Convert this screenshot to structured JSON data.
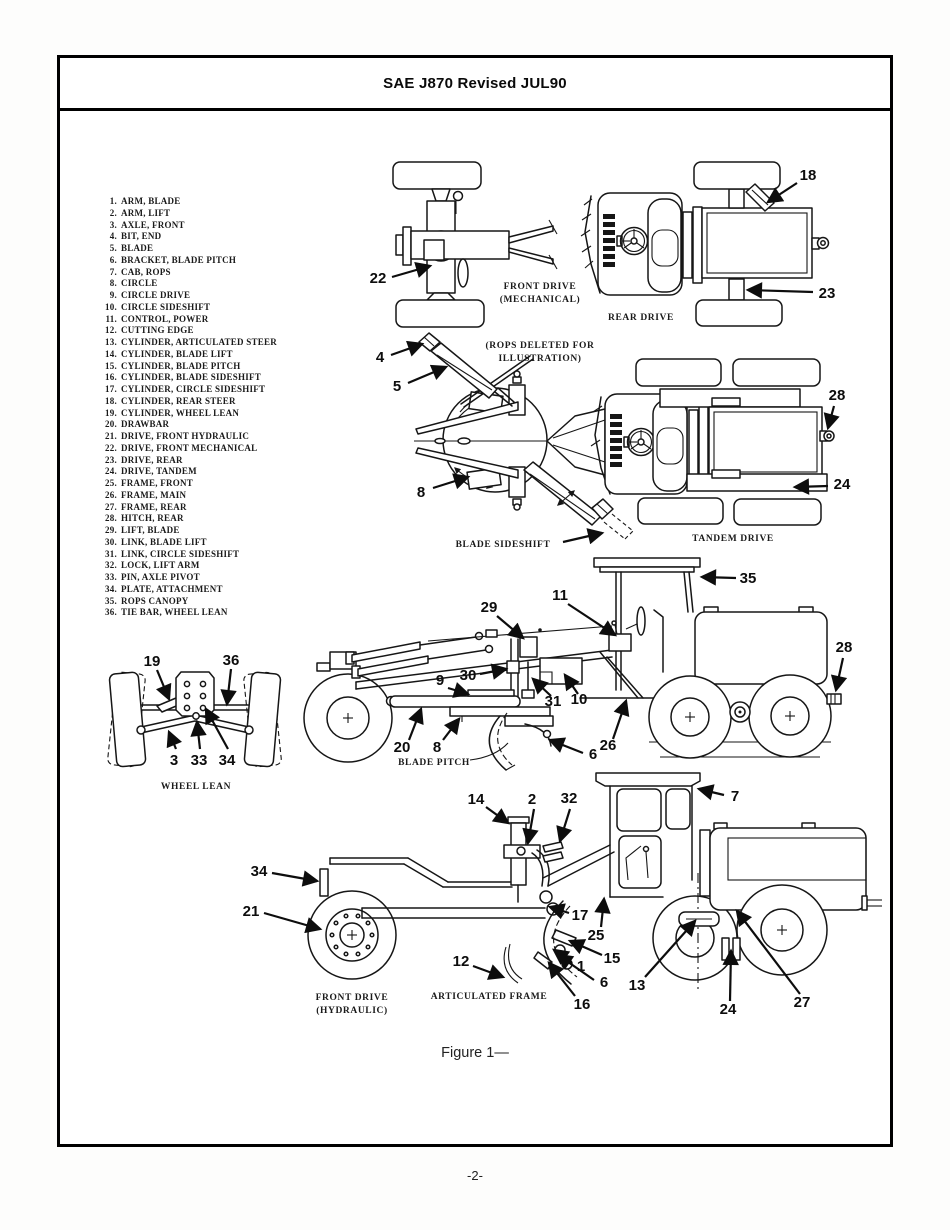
{
  "header": {
    "title": "SAE J870 Revised JUL90"
  },
  "figure": {
    "caption": "Figure 1—"
  },
  "footer": {
    "page_number": "-2-"
  },
  "parts_list": [
    {
      "num": "1.",
      "name": "ARM, BLADE"
    },
    {
      "num": "2.",
      "name": "ARM, LIFT"
    },
    {
      "num": "3.",
      "name": "AXLE, FRONT"
    },
    {
      "num": "4.",
      "name": "BIT, END"
    },
    {
      "num": "5.",
      "name": "BLADE"
    },
    {
      "num": "6.",
      "name": "BRACKET, BLADE PITCH"
    },
    {
      "num": "7.",
      "name": "CAB, ROPS"
    },
    {
      "num": "8.",
      "name": "CIRCLE"
    },
    {
      "num": "9.",
      "name": "CIRCLE DRIVE"
    },
    {
      "num": "10.",
      "name": "CIRCLE SIDESHIFT"
    },
    {
      "num": "11.",
      "name": "CONTROL, POWER"
    },
    {
      "num": "12.",
      "name": "CUTTING EDGE"
    },
    {
      "num": "13.",
      "name": "CYLINDER, ARTICULATED STEER"
    },
    {
      "num": "14.",
      "name": "CYLINDER, BLADE LIFT"
    },
    {
      "num": "15.",
      "name": "CYLINDER, BLADE PITCH"
    },
    {
      "num": "16.",
      "name": "CYLINDER, BLADE SIDESHIFT"
    },
    {
      "num": "17.",
      "name": "CYLINDER, CIRCLE SIDESHIFT"
    },
    {
      "num": "18.",
      "name": "CYLINDER, REAR STEER"
    },
    {
      "num": "19.",
      "name": "CYLINDER, WHEEL LEAN"
    },
    {
      "num": "20.",
      "name": "DRAWBAR"
    },
    {
      "num": "21.",
      "name": "DRIVE, FRONT HYDRAULIC"
    },
    {
      "num": "22.",
      "name": "DRIVE, FRONT MECHANICAL"
    },
    {
      "num": "23.",
      "name": "DRIVE, REAR"
    },
    {
      "num": "24.",
      "name": "DRIVE, TANDEM"
    },
    {
      "num": "25.",
      "name": "FRAME, FRONT"
    },
    {
      "num": "26.",
      "name": "FRAME, MAIN"
    },
    {
      "num": "27.",
      "name": "FRAME, REAR"
    },
    {
      "num": "28.",
      "name": "HITCH, REAR"
    },
    {
      "num": "29.",
      "name": "LIFT, BLADE"
    },
    {
      "num": "30.",
      "name": "LINK, BLADE LIFT"
    },
    {
      "num": "31.",
      "name": "LINK, CIRCLE SIDESHIFT"
    },
    {
      "num": "32.",
      "name": "LOCK, LIFT ARM"
    },
    {
      "num": "33.",
      "name": "PIN, AXLE PIVOT"
    },
    {
      "num": "34.",
      "name": "PLATE, ATTACHMENT"
    },
    {
      "num": "35.",
      "name": "ROPS CANOPY"
    },
    {
      "num": "36.",
      "name": "TIE BAR, WHEEL LEAN"
    }
  ],
  "diagrams": {
    "front_drive_mechanical": {
      "caption_line1": "FRONT DRIVE",
      "caption_line2": "(MECHANICAL)",
      "callout_22": "22"
    },
    "rear_drive": {
      "caption": "REAR DRIVE",
      "callout_18": "18",
      "callout_23": "23"
    },
    "rops_note": {
      "line1": "(ROPS DELETED FOR",
      "line2": "ILLUSTRATION)"
    },
    "blade_sideshift": {
      "caption": "BLADE SIDESHIFT",
      "callout_4": "4",
      "callout_5": "5",
      "callout_8": "8"
    },
    "tandem_drive": {
      "caption": "TANDEM DRIVE",
      "callout_28": "28",
      "callout_24": "24"
    },
    "wheel_lean": {
      "caption": "WHEEL LEAN",
      "callout_19": "19",
      "callout_36": "36",
      "callout_3": "3",
      "callout_33": "33",
      "callout_34": "34"
    },
    "side_view": {
      "caption": "BLADE PITCH",
      "callout_29": "29",
      "callout_11": "11",
      "callout_35": "35",
      "callout_28": "28",
      "callout_9": "9",
      "callout_30": "30",
      "callout_31": "31",
      "callout_10": "10",
      "callout_26": "26",
      "callout_20": "20",
      "callout_8": "8",
      "callout_6": "6"
    },
    "articulated_view": {
      "caption_front_line1": "FRONT DRIVE",
      "caption_front_line2": "(HYDRAULIC)",
      "caption_frame": "ARTICULATED FRAME",
      "callout_14": "14",
      "callout_2": "2",
      "callout_32": "32",
      "callout_7": "7",
      "callout_34": "34",
      "callout_21": "21",
      "callout_17": "17",
      "callout_25": "25",
      "callout_15": "15",
      "callout_12": "12",
      "callout_1": "1",
      "callout_6": "6",
      "callout_13": "13",
      "callout_16": "16",
      "callout_24": "24",
      "callout_27": "27"
    }
  }
}
